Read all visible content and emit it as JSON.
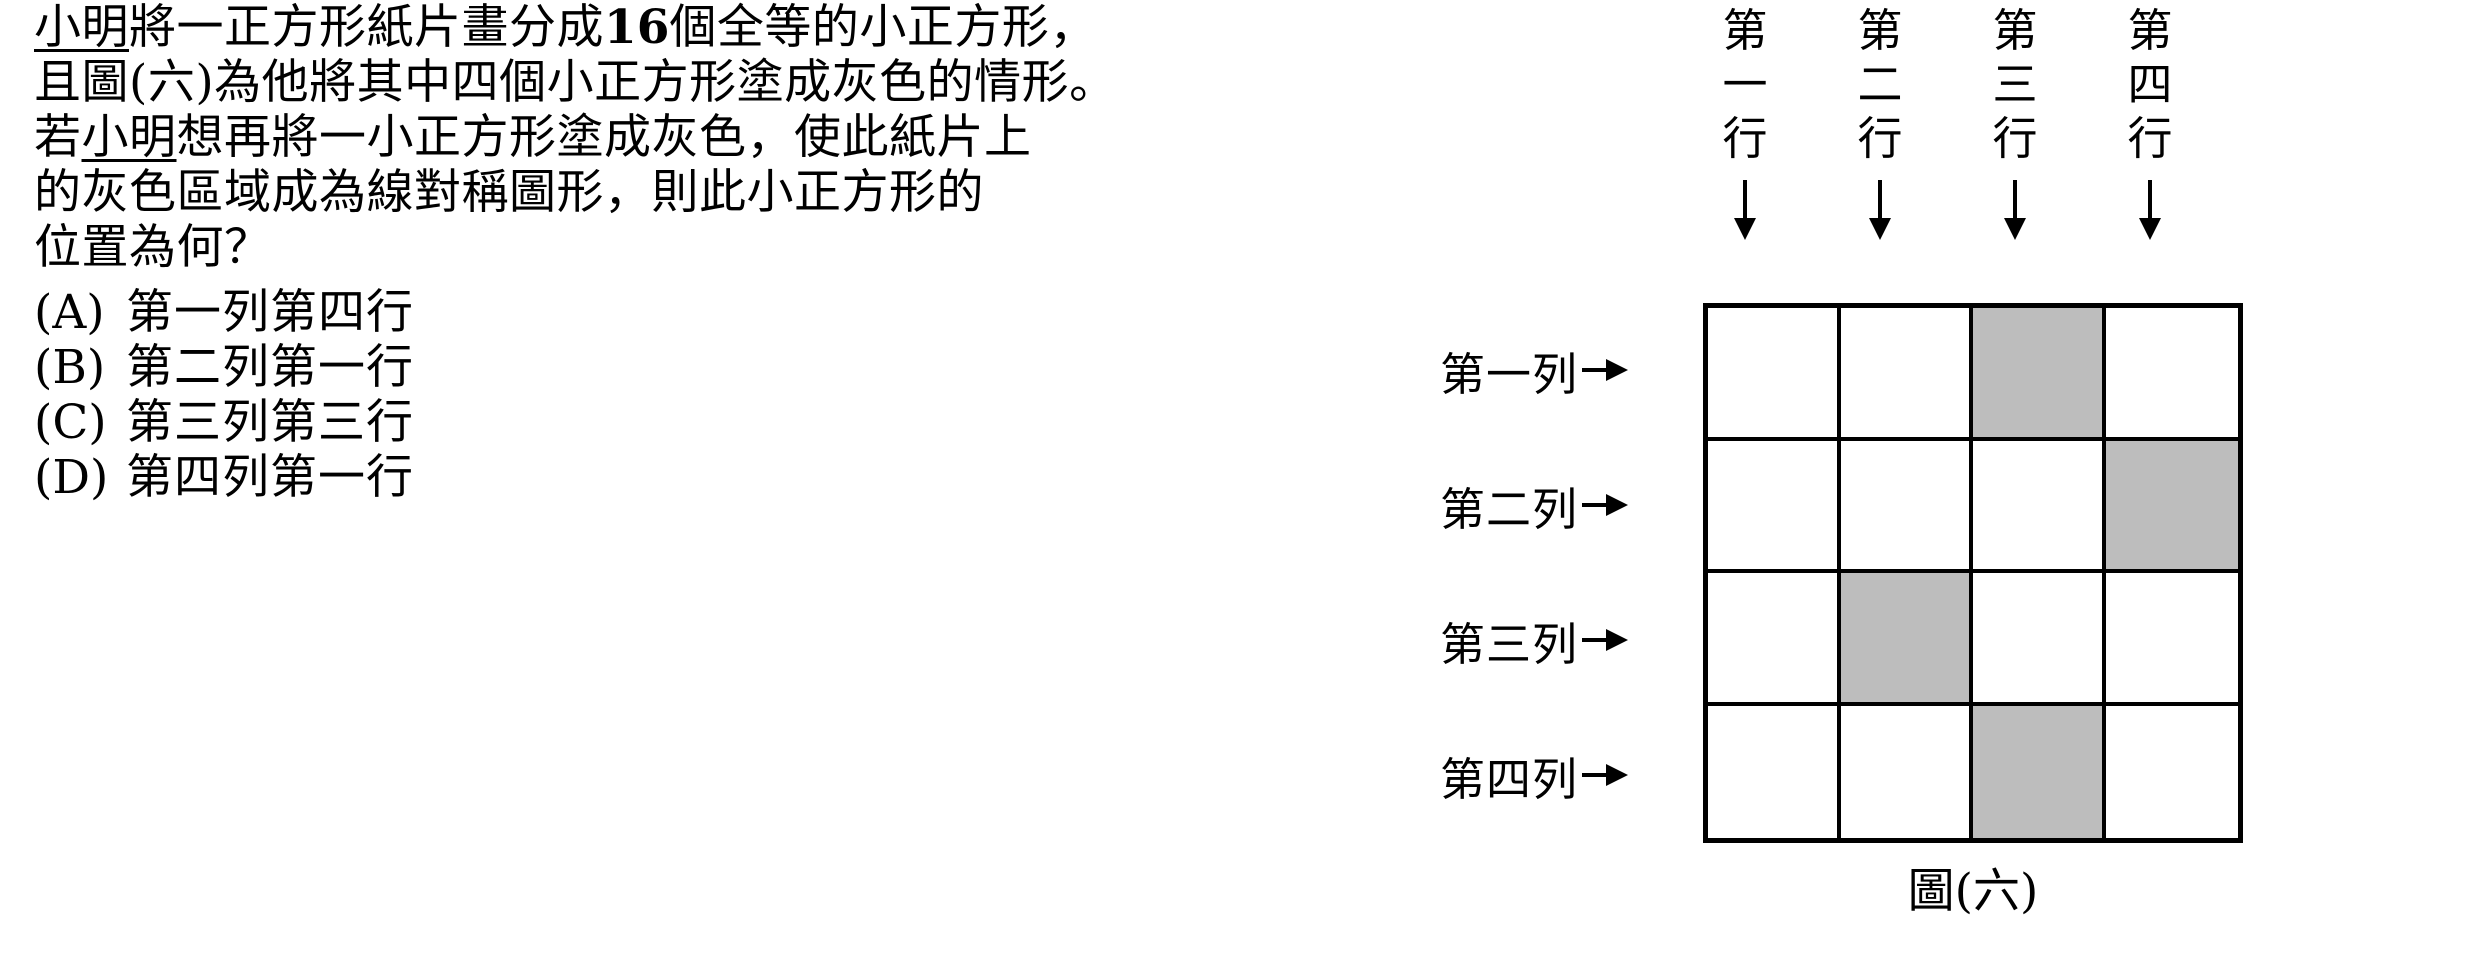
{
  "question": {
    "lines": [
      {
        "segments": [
          {
            "text": "小明",
            "style": "underline"
          },
          {
            "text": "將一正方形紙片畫分成",
            "style": "plain"
          },
          {
            "text": "16",
            "style": "bold"
          },
          {
            "text": "個全等的小正方形，",
            "style": "plain"
          }
        ]
      },
      {
        "segments": [
          {
            "text": "且圖(六)為他將其中四個小正方形塗成灰色的情形。",
            "style": "plain"
          }
        ]
      },
      {
        "segments": [
          {
            "text": "若",
            "style": "plain"
          },
          {
            "text": "小明",
            "style": "underline"
          },
          {
            "text": "想再將一小正方形塗成灰色，使此紙片上",
            "style": "plain"
          }
        ]
      },
      {
        "segments": [
          {
            "text": "的灰色區域成為線對稱圖形，則此小正方形的",
            "style": "plain"
          }
        ]
      },
      {
        "segments": [
          {
            "text": "位置為何？",
            "style": "plain"
          }
        ]
      }
    ],
    "options": [
      {
        "key": "(A)",
        "text": "第一列第四行"
      },
      {
        "key": "(B)",
        "text": "第二列第一行"
      },
      {
        "key": "(C)",
        "text": "第三列第三行"
      },
      {
        "key": "(D)",
        "text": "第四列第一行"
      }
    ]
  },
  "figure": {
    "caption": "圖(六)",
    "column_headers": [
      {
        "label": "第一行",
        "chars": [
          "第",
          "一",
          "行"
        ]
      },
      {
        "label": "第二行",
        "chars": [
          "第",
          "二",
          "行"
        ]
      },
      {
        "label": "第三行",
        "chars": [
          "第",
          "三",
          "行"
        ]
      },
      {
        "label": "第四行",
        "chars": [
          "第",
          "四",
          "行"
        ]
      }
    ],
    "row_labels": [
      {
        "label": "第一列"
      },
      {
        "label": "第二列"
      },
      {
        "label": "第三列"
      },
      {
        "label": "第四列"
      }
    ],
    "grid": {
      "rows": 4,
      "columns": 4,
      "shaded_color": "#bdbdbd",
      "empty_color": "#ffffff",
      "line_color": "#000000",
      "shaded_cells": [
        {
          "row": 1,
          "column": 3
        },
        {
          "row": 2,
          "column": 4
        },
        {
          "row": 3,
          "column": 2
        },
        {
          "row": 4,
          "column": 3
        }
      ],
      "cells": [
        [
          "empty",
          "empty",
          "shaded",
          "empty"
        ],
        [
          "empty",
          "empty",
          "empty",
          "shaded"
        ],
        [
          "empty",
          "shaded",
          "empty",
          "empty"
        ],
        [
          "empty",
          "empty",
          "shaded",
          "empty"
        ]
      ]
    }
  }
}
